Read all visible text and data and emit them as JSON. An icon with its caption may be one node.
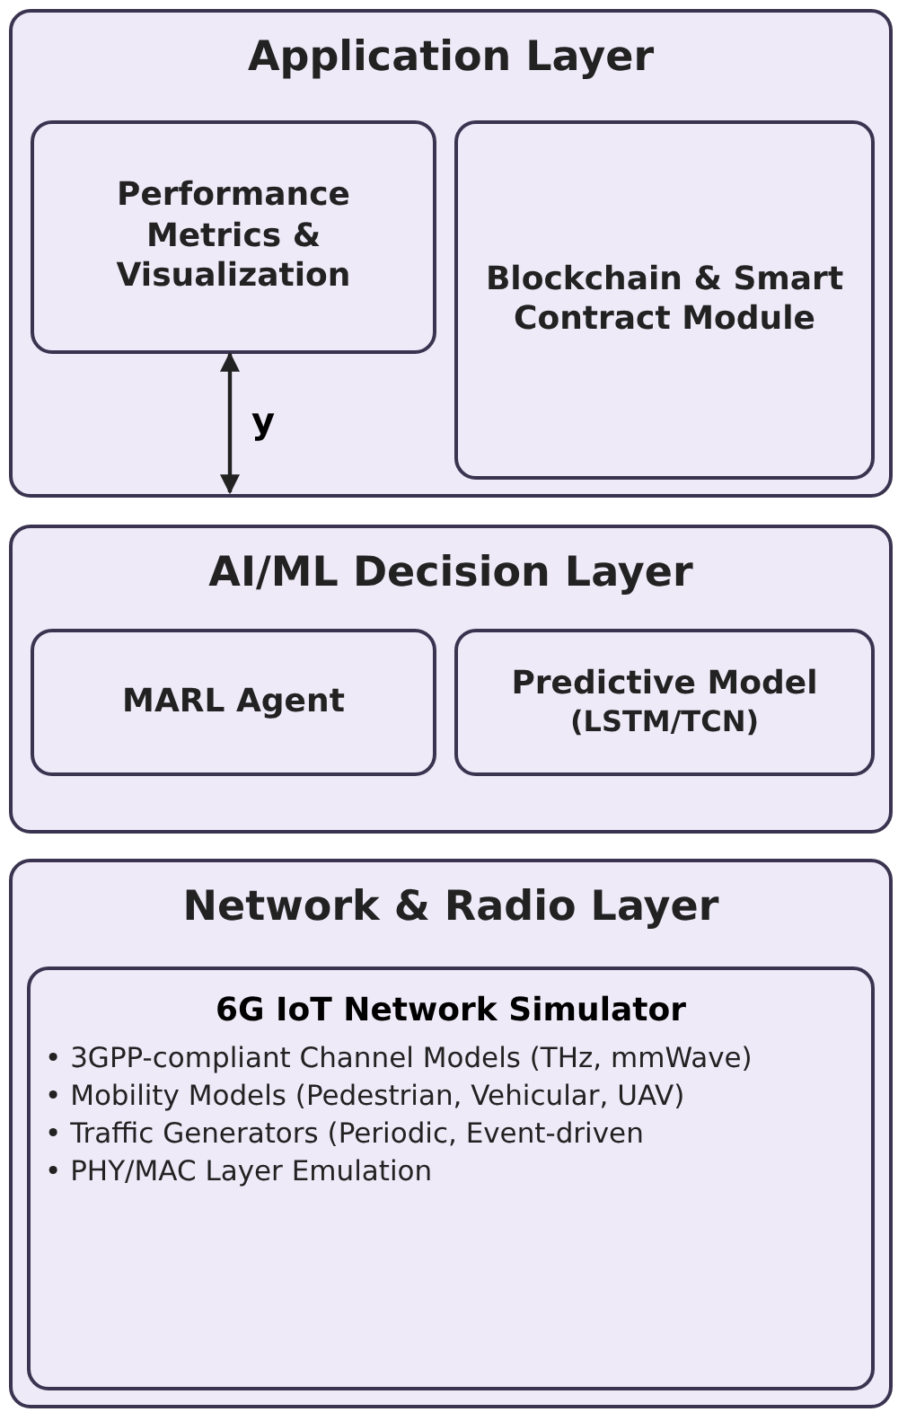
{
  "diagram": {
    "nodes": [
      {
        "text": [
          "Application Layer"
        ]
      },
      {
        "text": [
          "Performance Metrics & Visualization"
        ],
        "in": 0
      },
      {
        "text": [
          "Blockchain & Smart Contract Module"
        ],
        "in": 0
      },
      {
        "text": [
          "AI/ML Decision Layer"
        ]
      },
      {
        "text": [
          "MARL Agent"
        ],
        "in": 3
      },
      {
        "text": [
          "Predictive Model",
          "(LSTM/TCN)"
        ],
        "in": 3
      },
      {
        "text": [
          "Network & Radio Layer"
        ]
      },
      {
        "text": [
          "6G IoT Network Simulator",
          "• 3GPP-compliant Channel Models (THz, mmWave)",
          "• Mobility Models (Pedestrian, Vehicular, UAV)",
          "• Traffic Generators (Periodic, Event-driven",
          "• PHY/MAC Layer Emulation"
        ],
        "in": 6
      }
    ],
    "edges": [
      {
        "from": 1,
        "to": 0,
        "arrow": "both",
        "label": "y"
      }
    ]
  }
}
